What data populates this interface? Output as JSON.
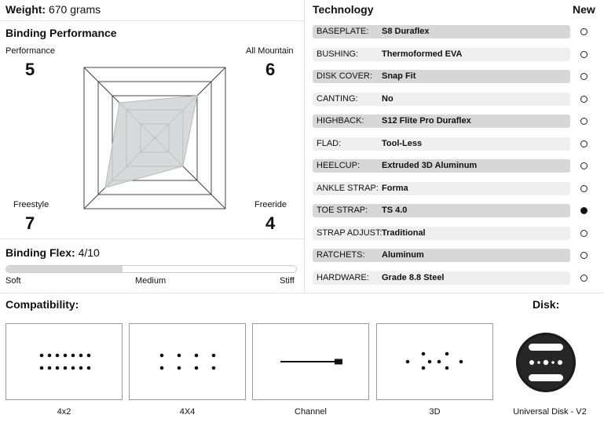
{
  "weight": {
    "label": "Weight:",
    "value": "670 grams"
  },
  "binding_performance": {
    "title": "Binding Performance",
    "axes": [
      {
        "label": "Performance",
        "value": "5"
      },
      {
        "label": "All Mountain",
        "value": "6"
      },
      {
        "label": "Freestyle",
        "value": "7"
      },
      {
        "label": "Freeride",
        "value": "4"
      }
    ]
  },
  "binding_flex": {
    "label": "Binding Flex:",
    "value": "4/10",
    "fraction": 0.4,
    "scale": {
      "soft": "Soft",
      "medium": "Medium",
      "stiff": "Stiff"
    }
  },
  "technology": {
    "title": "Technology",
    "new_label": "New",
    "rows": [
      {
        "key": "BASEPLATE:",
        "value": "S8 Duraflex",
        "new": false
      },
      {
        "key": "BUSHING:",
        "value": "Thermoformed EVA",
        "new": false
      },
      {
        "key": "DISK COVER:",
        "value": "Snap Fit",
        "new": false
      },
      {
        "key": "CANTING:",
        "value": "No",
        "new": false
      },
      {
        "key": "HIGHBACK:",
        "value": "S12 Flite Pro Duraflex",
        "new": false
      },
      {
        "key": "FLAD:",
        "value": "Tool-Less",
        "new": false
      },
      {
        "key": "HEELCUP:",
        "value": "Extruded 3D Aluminum",
        "new": false
      },
      {
        "key": "ANKLE STRAP:",
        "value": "Forma",
        "new": false
      },
      {
        "key": "TOE STRAP:",
        "value": "TS 4.0",
        "new": true
      },
      {
        "key": "STRAP ADJUST:",
        "value": "Traditional",
        "new": false
      },
      {
        "key": "RATCHETS:",
        "value": "Aluminum",
        "new": false
      },
      {
        "key": "HARDWARE:",
        "value": "Grade 8.8 Steel",
        "new": false
      }
    ]
  },
  "compatibility": {
    "title": "Compatibility:",
    "items": [
      {
        "label": "4x2",
        "icon": "hole-pattern-4x2-icon"
      },
      {
        "label": "4X4",
        "icon": "hole-pattern-4x4-icon"
      },
      {
        "label": "Channel",
        "icon": "channel-icon"
      },
      {
        "label": "3D",
        "icon": "hole-pattern-3d-icon"
      }
    ]
  },
  "disk": {
    "title": "Disk:",
    "label": "Universal Disk - V2",
    "icon": "universal-disk-icon"
  }
}
